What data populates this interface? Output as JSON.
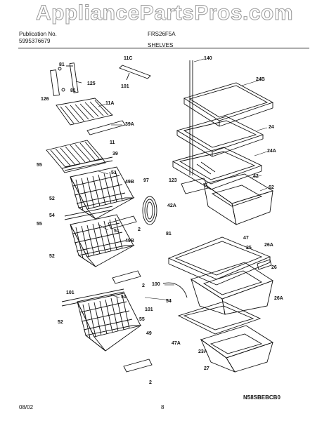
{
  "watermark": "AppliancePartsPros.com",
  "header": {
    "pub_label": "Publication No.",
    "pub_number": "5995376679",
    "model": "FRS26F5A",
    "section": "SHELVES"
  },
  "callouts": {
    "c81a": "81",
    "c125": "125",
    "c81b": "81",
    "c126": "126",
    "c11C": "11C",
    "c101a": "101",
    "c140": "140",
    "c24B": "24B",
    "c11A": "11A",
    "c39A": "39A",
    "c24": "24",
    "c11": "11",
    "c39": "39",
    "c24A": "24A",
    "c55a": "55",
    "c51a": "51",
    "c97": "97",
    "c123": "123",
    "c42": "42",
    "c62": "62",
    "c52a": "52",
    "c49B_a": "49B",
    "c42A": "42A",
    "c54a": "54",
    "c2a": "2",
    "c81c": "81",
    "c55b": "55",
    "c51b": "51",
    "c47": "47",
    "c25": "25",
    "c26A_a": "26A",
    "c52b": "52",
    "c49B_b": "49B",
    "c26": "26",
    "c2b": "2",
    "c100": "100",
    "c101b": "101",
    "c51c": "51",
    "c54b": "54",
    "c101c": "101",
    "c26A_b": "26A",
    "c55c": "55",
    "c52c": "52",
    "c49": "49",
    "c47A": "47A",
    "c23A": "23A",
    "c27": "27",
    "c2c": "2"
  },
  "footer": {
    "date": "08/02",
    "page": "8",
    "code": "N58SBEBCB0"
  }
}
